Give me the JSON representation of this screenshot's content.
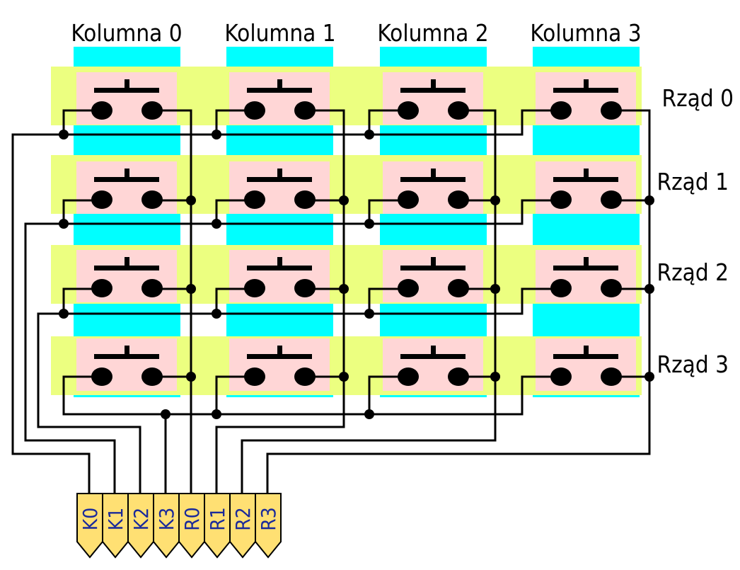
{
  "columns": [
    "Kolumna 0",
    "Kolumna 1",
    "Kolumna 2",
    "Kolumna 3"
  ],
  "rows": [
    "Rząd 0",
    "Rząd 1",
    "Rząd 2",
    "Rząd 3"
  ],
  "pins": [
    "K0",
    "K1",
    "K2",
    "K3",
    "R0",
    "R1",
    "R2",
    "R3"
  ],
  "colors": {
    "column_band": "#00ffff",
    "row_band": "#ecff80",
    "button": "#ffd6d6",
    "pin": "#ffe073",
    "pin_text": "#1a2a9a",
    "wire": "#000000"
  }
}
